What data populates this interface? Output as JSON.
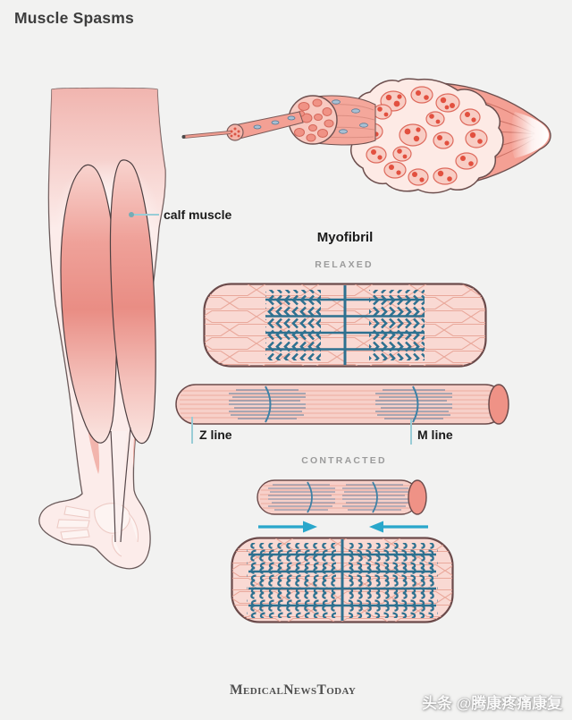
{
  "page": {
    "title": "Muscle Spasms"
  },
  "anatomy": {
    "calf_label": "calf muscle"
  },
  "myofibril": {
    "title": "Myofibril",
    "state_relaxed": "RELAXED",
    "state_contracted": "CONTRACTED",
    "z_line": "Z line",
    "m_line": "M line"
  },
  "footer": {
    "brand": "MedicalNewsToday",
    "watermark": "头条 @腾康疼痛康复"
  },
  "colors": {
    "page-bg": "#f2f2f1",
    "title-text": "#3d3d3d",
    "label-dark": "#1a1a1a",
    "label-muted": "#9b9b9b",
    "myosin-blue": "#2e7190",
    "mline-blue": "#3e81a5",
    "arrow-cyan": "#29a7cb",
    "leader-blue": "#99ccd6",
    "capsule-fill": "#f9d9d3",
    "capsule-stroke": "#6b4a4a",
    "actin-salmon": "#e9a89b",
    "cylinder-fill": "#f7d0c9",
    "cylinder-stripe": "#eeaca0",
    "cylinder-band": "#8e97ab",
    "cylinder-cap": "#ef9286",
    "muscle-pink": "#f4a094",
    "fiber-red": "#e2503f",
    "outline-brown": "#6d4f4e",
    "brand-text": "#4f4f4f"
  }
}
